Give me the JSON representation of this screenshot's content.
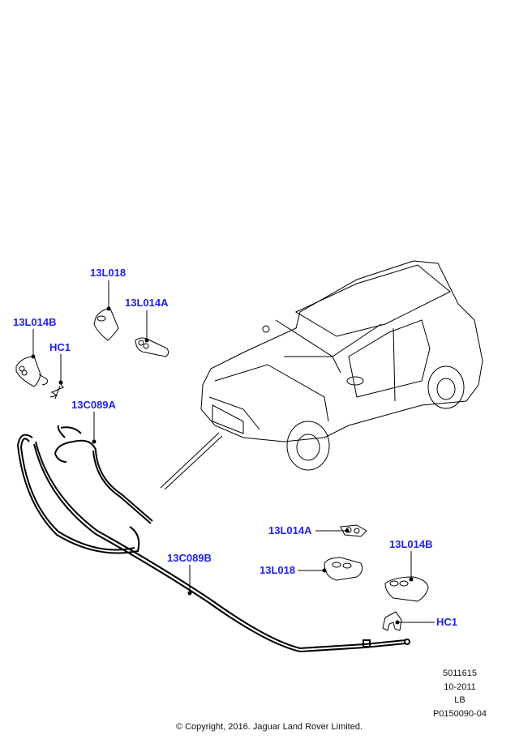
{
  "callouts": {
    "l018_top": "13L018",
    "l014a_top": "13L014A",
    "l014b_left": "13L014B",
    "hc1_left": "HC1",
    "c089a": "13C089A",
    "l014a_right": "13L014A",
    "l018_right": "13L018",
    "l014b_right": "13L014B",
    "c089b": "13C089B",
    "hc1_right": "HC1"
  },
  "meta": {
    "ref": "5011615",
    "date": "10-2011",
    "code": "LB",
    "illustration": "P0150090-04"
  },
  "copyright": "© Copyright, 2016. Jaguar Land Rover Limited.",
  "colors": {
    "callout": "#1f1fe6",
    "line": "#000000"
  }
}
